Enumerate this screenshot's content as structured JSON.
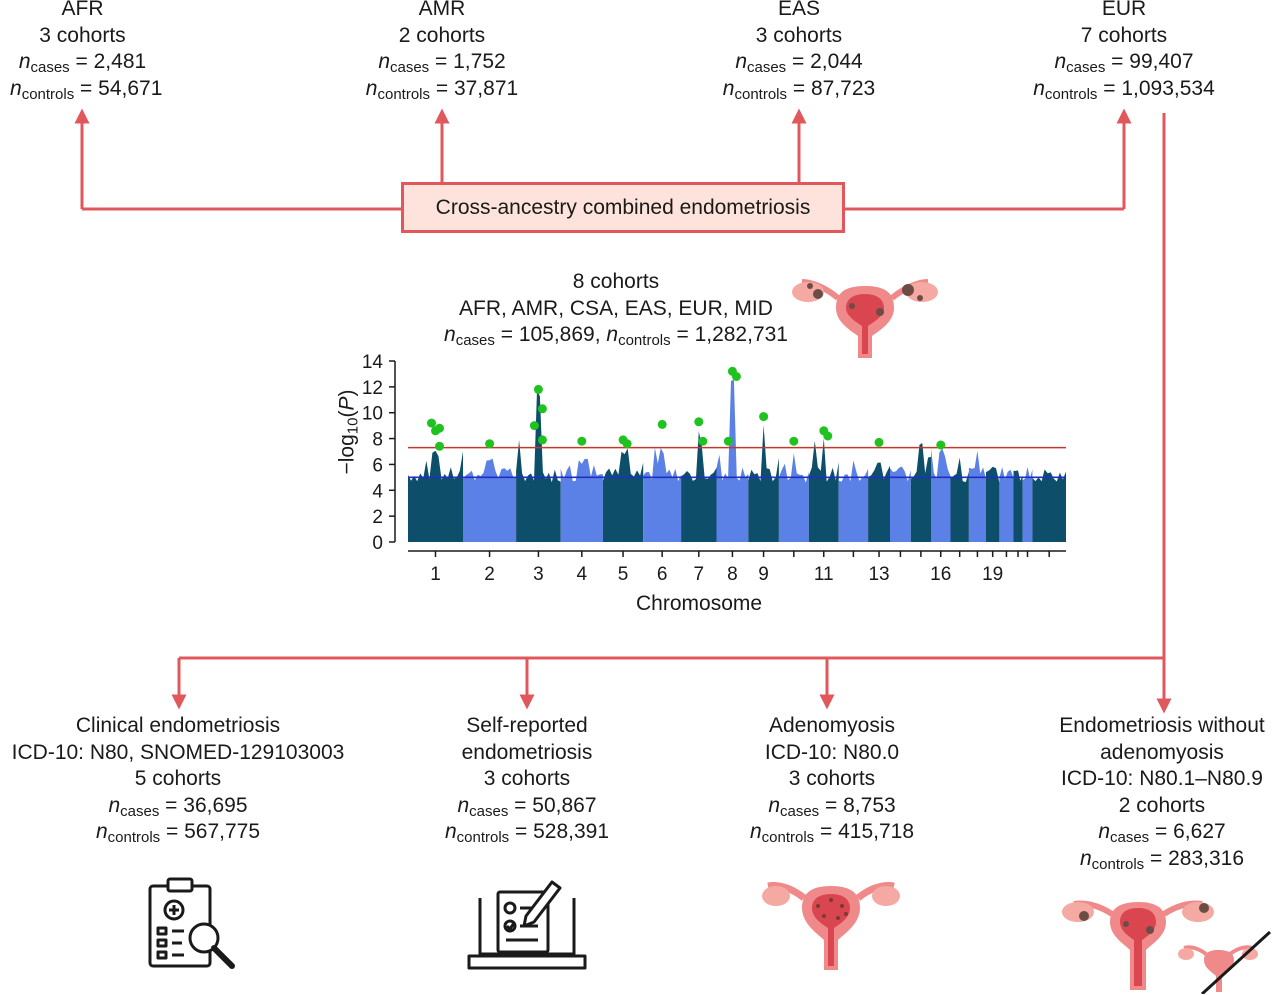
{
  "ancestries": [
    {
      "name": "AFR",
      "cohorts": "3 cohorts",
      "cases": "2,481",
      "controls": "54,671"
    },
    {
      "name": "AMR",
      "cohorts": "2 cohorts",
      "cases": "1,752",
      "controls": "37,871"
    },
    {
      "name": "EAS",
      "cohorts": "3 cohorts",
      "cases": "2,044",
      "controls": "87,723"
    },
    {
      "name": "EUR",
      "cohorts": "7 cohorts",
      "cases": "99,407",
      "controls": "1,093,534"
    }
  ],
  "center_label": "Cross-ancestry combined endometriosis",
  "meta": {
    "cohorts": "8 cohorts",
    "ancestries": "AFR, AMR, CSA, EAS, EUR, MID",
    "cases": "105,869",
    "controls": "1,282,731"
  },
  "labels": {
    "n": "n",
    "cases_sub": "cases",
    "controls_sub": "controls",
    "eq": " = ",
    "sep": ", "
  },
  "subtypes": [
    {
      "lines": [
        "Clinical endometriosis",
        "ICD-10: N80, SNOMED-129103003",
        "5 cohorts"
      ],
      "cases": "36,695",
      "controls": "567,775",
      "icon": "clipboard-magnifier-icon"
    },
    {
      "lines": [
        "Self-reported",
        "endometriosis",
        "3 cohorts"
      ],
      "cases": "50,867",
      "controls": "528,391",
      "icon": "laptop-checklist-icon"
    },
    {
      "lines": [
        "Adenomyosis",
        "ICD-10: N80.0",
        "3 cohorts"
      ],
      "cases": "8,753",
      "controls": "415,718",
      "icon": "uterus-icon"
    },
    {
      "lines": [
        "Endometriosis without",
        "adenomyosis",
        "ICD-10: N80.1–N80.9",
        "2 cohorts"
      ],
      "cases": "6,627",
      "controls": "283,316",
      "icon": "uterus-crossed-icon"
    }
  ],
  "chart_data": {
    "type": "scatter",
    "subtype": "manhattan",
    "ylabel_prefix": "−log",
    "ylabel_sub": "10",
    "ylabel_suffix": "(P)",
    "xlabel": "Chromosome",
    "ylim": [
      0,
      14
    ],
    "yticks": [
      0,
      2,
      4,
      6,
      8,
      10,
      12,
      14
    ],
    "tick_labels": [
      "1",
      "2",
      "3",
      "4",
      "5",
      "6",
      "7",
      "8",
      "9",
      "11",
      "13",
      "16",
      "19"
    ],
    "thresholds": [
      {
        "name": "genome-wide significance",
        "y": 7.3,
        "color": "#c0392b"
      },
      {
        "name": "suggestive",
        "y": 5.0,
        "color": "#1f2fbf"
      }
    ],
    "colors": {
      "dark": "#0d4f6b",
      "light": "#5b80e6",
      "significant": "#1fc21f"
    },
    "chromosomes": [
      {
        "chr": "1",
        "rel": 0.09,
        "peak": 7.2,
        "hits": [
          8.6,
          8.8,
          9.2,
          7.4
        ]
      },
      {
        "chr": "2",
        "rel": 0.087,
        "peak": 6.6,
        "hits": [
          7.6
        ]
      },
      {
        "chr": "3",
        "rel": 0.073,
        "peak": 11.7,
        "hits": [
          11.8,
          10.3,
          9.0,
          7.9
        ]
      },
      {
        "chr": "4",
        "rel": 0.069,
        "peak": 6.6,
        "hits": [
          7.8
        ]
      },
      {
        "chr": "5",
        "rel": 0.066,
        "peak": 7.3,
        "hits": [
          7.9,
          7.6
        ]
      },
      {
        "chr": "6",
        "rel": 0.062,
        "peak": 7.4,
        "hits": [
          9.1
        ]
      },
      {
        "chr": "7",
        "rel": 0.058,
        "peak": 9.0,
        "hits": [
          9.3,
          7.8
        ]
      },
      {
        "chr": "8",
        "rel": 0.052,
        "peak": 13.0,
        "hits": [
          13.2,
          12.8,
          7.8
        ]
      },
      {
        "chr": "9",
        "rel": 0.05,
        "peak": 9.5,
        "hits": [
          9.7
        ]
      },
      {
        "chr": "10",
        "rel": 0.049,
        "peak": 7.0,
        "hits": [
          7.8
        ]
      },
      {
        "chr": "11",
        "rel": 0.049,
        "peak": 8.4,
        "hits": [
          8.6,
          8.2
        ]
      },
      {
        "chr": "12",
        "rel": 0.048,
        "peak": 6.4,
        "hits": []
      },
      {
        "chr": "13",
        "rel": 0.036,
        "peak": 6.4,
        "hits": [
          7.7
        ]
      },
      {
        "chr": "14",
        "rel": 0.034,
        "peak": 6.0,
        "hits": []
      },
      {
        "chr": "15",
        "rel": 0.033,
        "peak": 8.0,
        "hits": []
      },
      {
        "chr": "16",
        "rel": 0.032,
        "peak": 7.3,
        "hits": [
          7.5
        ]
      },
      {
        "chr": "17",
        "rel": 0.03,
        "peak": 6.8,
        "hits": []
      },
      {
        "chr": "18",
        "rel": 0.028,
        "peak": 7.5,
        "hits": []
      },
      {
        "chr": "19",
        "rel": 0.022,
        "peak": 6.0,
        "hits": []
      },
      {
        "chr": "20",
        "rel": 0.023,
        "peak": 5.8,
        "hits": []
      },
      {
        "chr": "21",
        "rel": 0.015,
        "peak": 5.6,
        "hits": []
      },
      {
        "chr": "22",
        "rel": 0.016,
        "peak": 5.9,
        "hits": []
      },
      {
        "chr": "X",
        "rel": 0.055,
        "peak": 5.7,
        "hits": []
      }
    ]
  }
}
